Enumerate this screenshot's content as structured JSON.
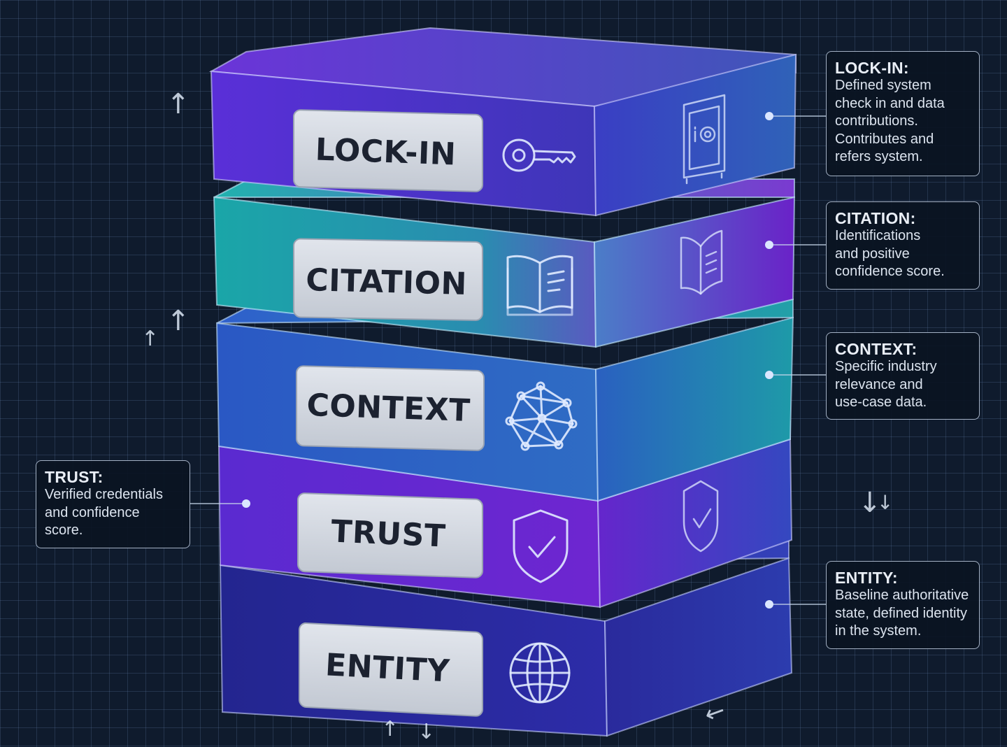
{
  "layers": [
    {
      "id": "lock-in",
      "label": "LOCK-IN",
      "icon": "key-icon",
      "side_icon": "safe-icon"
    },
    {
      "id": "citation",
      "label": "CITATION",
      "icon": "open-book-icon",
      "side_icon": "book-icon"
    },
    {
      "id": "context",
      "label": "CONTEXT",
      "icon": "network-graph-icon",
      "side_icon": ""
    },
    {
      "id": "trust",
      "label": "TRUST",
      "icon": "shield-check-icon",
      "side_icon": "shield-check-icon"
    },
    {
      "id": "entity",
      "label": "ENTITY",
      "icon": "globe-icon",
      "side_icon": ""
    }
  ],
  "callouts": {
    "lock_in": {
      "title": "LOCK-IN:",
      "body": "Defined system\ncheck in and data\ncontributions.\nContributes and\nrefers system."
    },
    "citation": {
      "title": "CITATION:",
      "body": "Identifications\nand positive\nconfidence score."
    },
    "context": {
      "title": "CONTEXT:",
      "body": "Specific industry\nrelevance and\nuse-case data."
    },
    "trust": {
      "title": "TRUST:",
      "body": "Verified credentials\nand confidence\nscore."
    },
    "entity": {
      "title": "ENTITY:",
      "body": "Baseline authoritative\nstate, defined identity\nin the system."
    }
  },
  "colors": {
    "background": "#0f1b2d",
    "grid": "#3a5270",
    "lock_in": "#5b34d6",
    "citation": "#1fa0a8",
    "context": "#2c5fc8",
    "trust": "#6a2ad0",
    "entity": "#2a2aa8",
    "label_plate": "#d5dae2"
  }
}
